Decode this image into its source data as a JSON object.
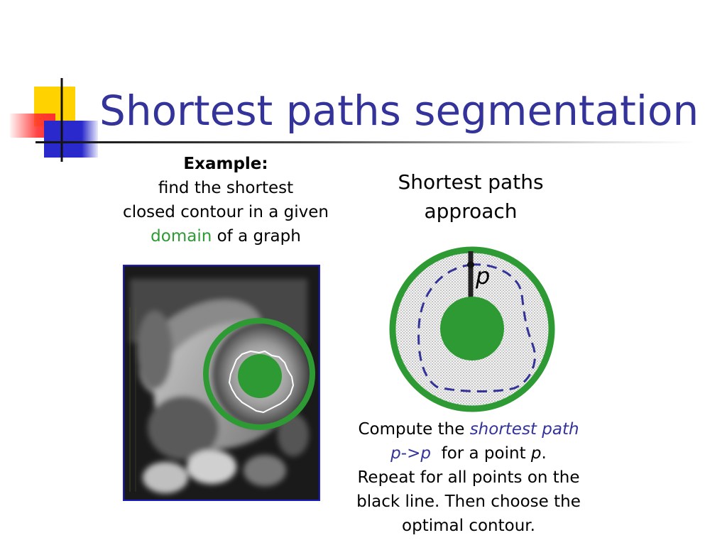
{
  "slide": {
    "title": "Shortest paths segmentation"
  },
  "example": {
    "heading": "Example:",
    "line1": "find the shortest",
    "line2": "closed contour in a given",
    "domain_word": "domain",
    "line3_rest": " of a graph"
  },
  "approach": {
    "line1": "Shortest paths",
    "line2": "approach"
  },
  "diagram": {
    "point_label": "p"
  },
  "compute": {
    "prefix": "Compute the ",
    "emph": "shortest path",
    "path_p1": "p",
    "path_arrow": "->",
    "path_p2": "p",
    "mid": "  for a point ",
    "point": "p",
    "period": ".",
    "line3": "Repeat for all points on the",
    "line4": "black line. Then choose the",
    "line5": "optimal contour."
  },
  "colors": {
    "title": "#333399",
    "green": "#2e9a33",
    "dash": "#333399"
  }
}
